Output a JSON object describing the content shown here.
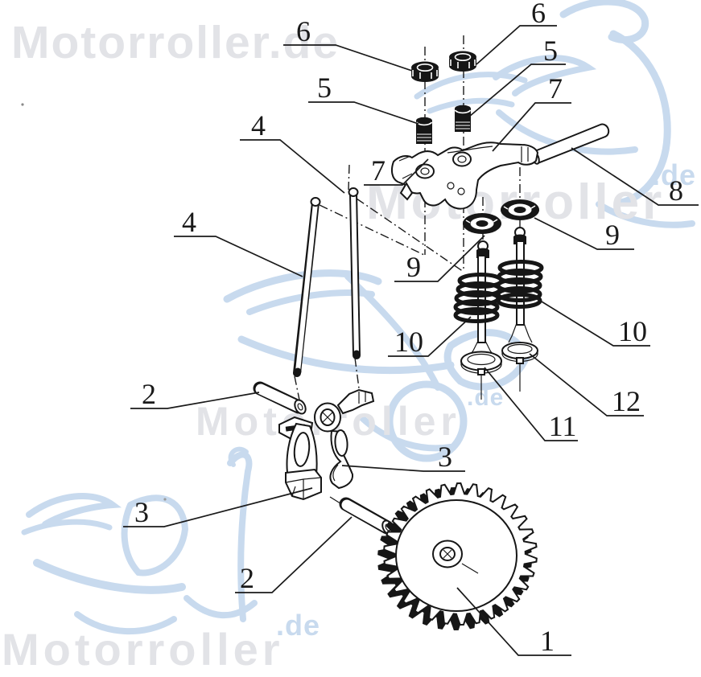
{
  "page": {
    "background": "#ffffff",
    "line_color": "#1a1a1a"
  },
  "watermark": {
    "top_text": "Motorroller.de",
    "middle_right_text": "Motorroller",
    "middle_right_suffix": ".de",
    "middle_left_text": "Motorroller",
    "middle_left_suffix": ".de",
    "bottom_text": "Motorroller",
    "bottom_suffix": ".de",
    "gray": "#e2e3e7",
    "blue": "#c8daee"
  },
  "callouts": [
    {
      "label": "6"
    },
    {
      "label": "6"
    },
    {
      "label": "5"
    },
    {
      "label": "5"
    },
    {
      "label": "7"
    },
    {
      "label": "7"
    },
    {
      "label": "8"
    },
    {
      "label": "4"
    },
    {
      "label": "4"
    },
    {
      "label": "9"
    },
    {
      "label": "9"
    },
    {
      "label": "10"
    },
    {
      "label": "10"
    },
    {
      "label": "11"
    },
    {
      "label": "12"
    },
    {
      "label": "2"
    },
    {
      "label": "3"
    },
    {
      "label": "3"
    },
    {
      "label": "2"
    },
    {
      "label": "1"
    }
  ]
}
